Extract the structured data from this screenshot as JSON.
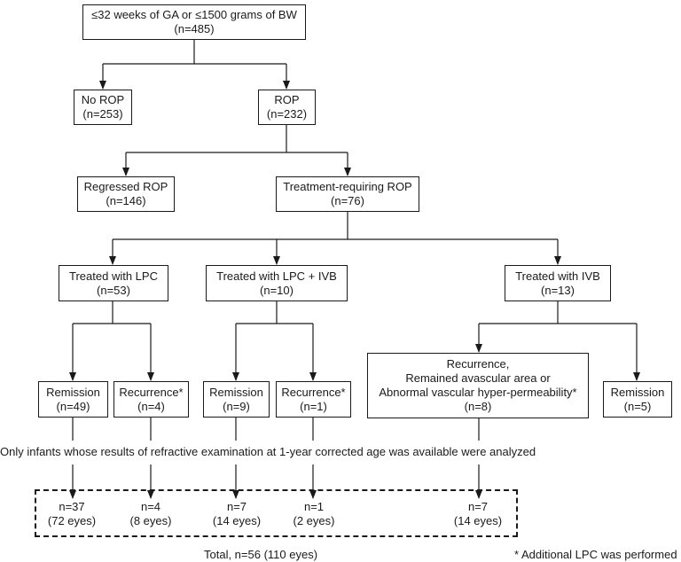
{
  "nodes": {
    "root": [
      "≤32 weeks of GA or ≤1500 grams of BW",
      "(n=485)"
    ],
    "no_rop": [
      "No ROP",
      "(n=253)"
    ],
    "rop": [
      "ROP",
      "(n=232)"
    ],
    "regressed": [
      "Regressed ROP",
      "(n=146)"
    ],
    "treatment": [
      "Treatment-requiring ROP",
      "(n=76)"
    ],
    "lpc": [
      "Treated with LPC",
      "(n=53)"
    ],
    "lpc_ivb": [
      "Treated with LPC + IVB",
      "(n=10)"
    ],
    "ivb": [
      "Treated with IVB",
      "(n=13)"
    ],
    "lpc_remission": [
      "Remission",
      "(n=49)"
    ],
    "lpc_recurrence": [
      "Recurrence*",
      "(n=4)"
    ],
    "lpcivb_remission": [
      "Remission",
      "(n=9)"
    ],
    "lpcivb_recurrence": [
      "Recurrence*",
      "(n=1)"
    ],
    "ivb_recurrence": [
      "Recurrence,",
      "Remained avascular area or",
      "Abnormal vascular hyper-permeability*",
      "(n=8)"
    ],
    "ivb_remission": [
      "Remission",
      "(n=5)"
    ]
  },
  "note_analyzed": "Only infants whose results of refractive examination at 1-year corrected age was available were analyzed",
  "results": [
    [
      "n=37",
      "(72 eyes)"
    ],
    [
      "n=4",
      "(8 eyes)"
    ],
    [
      "n=7",
      "(14 eyes)"
    ],
    [
      "n=1",
      "(2 eyes)"
    ],
    [
      "n=7",
      "(14 eyes)"
    ]
  ],
  "total": "Total, n=56 (110 eyes)",
  "footnote": "* Additional LPC was performed",
  "colors": {
    "line": "#1a1a1a",
    "background": "#ffffff"
  }
}
